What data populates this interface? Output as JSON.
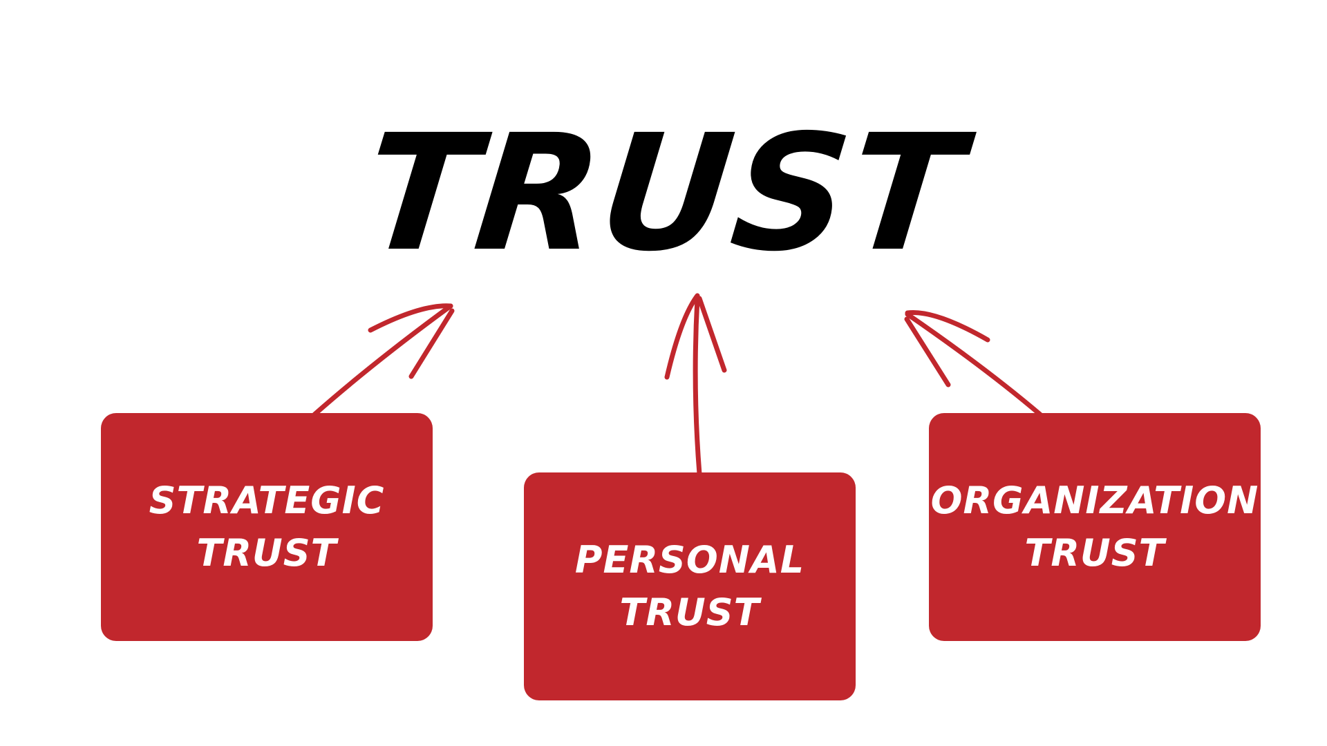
{
  "diagram": {
    "title": "TRUST",
    "boxes": [
      {
        "id": "strategic",
        "line1": "STRATEGIC",
        "line2": "TRUST"
      },
      {
        "id": "personal",
        "line1": "PERSONAL",
        "line2": "TRUST"
      },
      {
        "id": "organization",
        "line1": "ORGANIZATION",
        "line2": "TRUST"
      }
    ]
  },
  "colors": {
    "accent": "#c1272d",
    "text_on_accent": "#ffffff",
    "title": "#000000",
    "background": "#ffffff"
  }
}
